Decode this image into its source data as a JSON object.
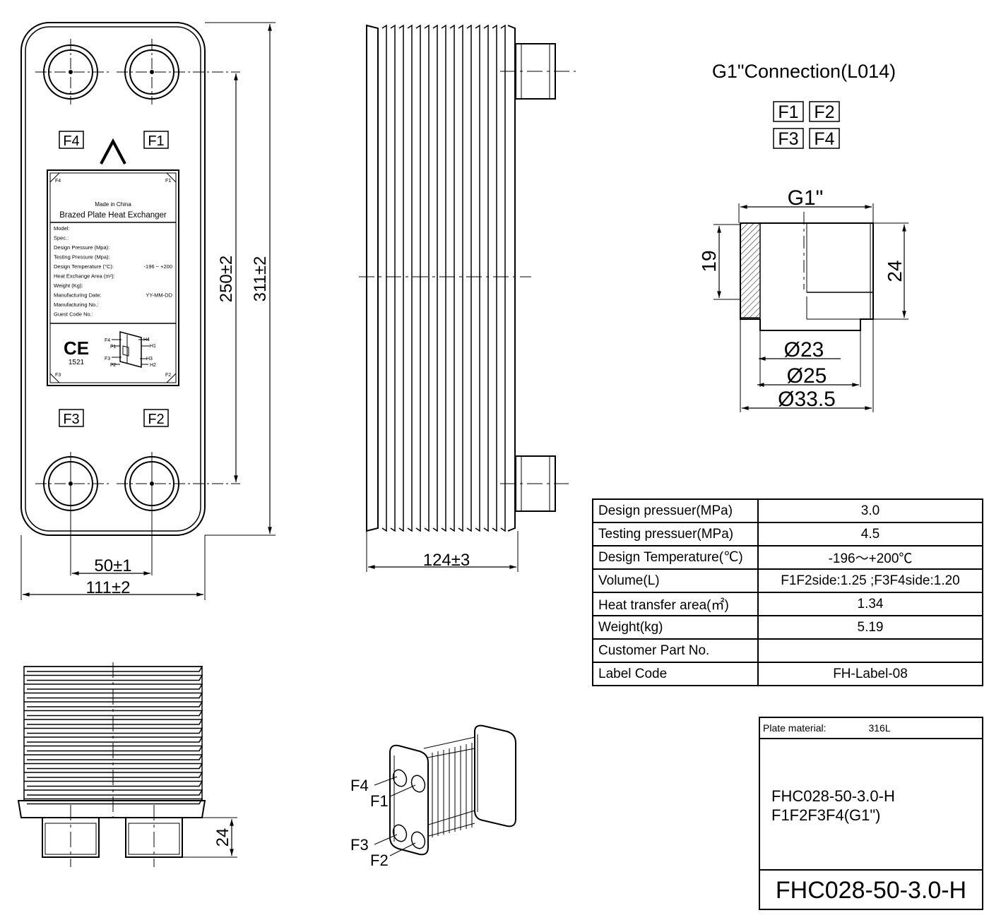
{
  "front_view": {
    "port_labels": {
      "top_left": "F4",
      "top_right": "F1",
      "bottom_left": "F3",
      "bottom_right": "F2"
    },
    "dims": {
      "port_pitch": "50±1",
      "width": "111±2",
      "port_height": "250±2",
      "height": "311±2"
    },
    "nameplate": {
      "corner_tl": "F4",
      "corner_tr": "F1",
      "corner_bl": "F3",
      "corner_br": "F2",
      "made_in": "Made in China",
      "product": "Brazed Plate Heat Exchanger",
      "fields": [
        {
          "label": "Model:",
          "value": ""
        },
        {
          "label": "Spec.:",
          "value": ""
        },
        {
          "label": "Design Pressure (Mpa):",
          "value": ""
        },
        {
          "label": "Testing Pressure (Mpa):",
          "value": ""
        },
        {
          "label": "Design Temperature (°C):",
          "value": "-196  ~ +200"
        },
        {
          "label": "Heat Exchange Area (m²):",
          "value": ""
        },
        {
          "label": "Weight (Kg):",
          "value": ""
        },
        {
          "label": "Manufacturing Date:",
          "value": "YY-MM-DD"
        },
        {
          "label": "Manufacturing No.:",
          "value": ""
        },
        {
          "label": "Guest Code No.:",
          "value": ""
        }
      ],
      "ce_mark": "CE",
      "ce_number": "1521",
      "diag_left": [
        "F4",
        "F1",
        "F3",
        "F2"
      ],
      "diag_right": [
        "H4",
        "H1",
        "H3",
        "H2"
      ]
    }
  },
  "side_view": {
    "depth_dim": "124±3"
  },
  "bottom_view": {
    "connection_height": "24"
  },
  "iso_view": {
    "labels": [
      "F4",
      "F1",
      "F3",
      "F2"
    ]
  },
  "connection_detail": {
    "title": "G1\"Connection(L014)",
    "ports": [
      [
        "F1",
        "F2"
      ],
      [
        "F3",
        "F4"
      ]
    ],
    "thread": "G1\"",
    "dim_left": "19",
    "dim_right": "24",
    "diameters": [
      "Ø23",
      "Ø25",
      "Ø33.5"
    ]
  },
  "specs": [
    {
      "label": "Design pressuer(MPa)",
      "value": "3.0"
    },
    {
      "label": "Testing pressuer(MPa)",
      "value": "4.5"
    },
    {
      "label": "Design Temperature(℃)",
      "value": "-196～+200℃"
    },
    {
      "label": "Volume(L)",
      "value": "F1F2side:1.25 ;F3F4side:1.20"
    },
    {
      "label": "Heat transfer area(㎡)",
      "value": "1.34"
    },
    {
      "label": "Weight(kg)",
      "value": "5.19"
    },
    {
      "label": "Customer Part No.",
      "value": ""
    },
    {
      "label": "Label Code",
      "value": "FH-Label-08"
    }
  ],
  "title_block": {
    "material_label": "Plate material:",
    "material_value": "316L",
    "model_line1": "FHC028-50-3.0-H",
    "model_line2": "F1F2F3F4(G1\")",
    "drawing_no": "FHC028-50-3.0-H"
  }
}
